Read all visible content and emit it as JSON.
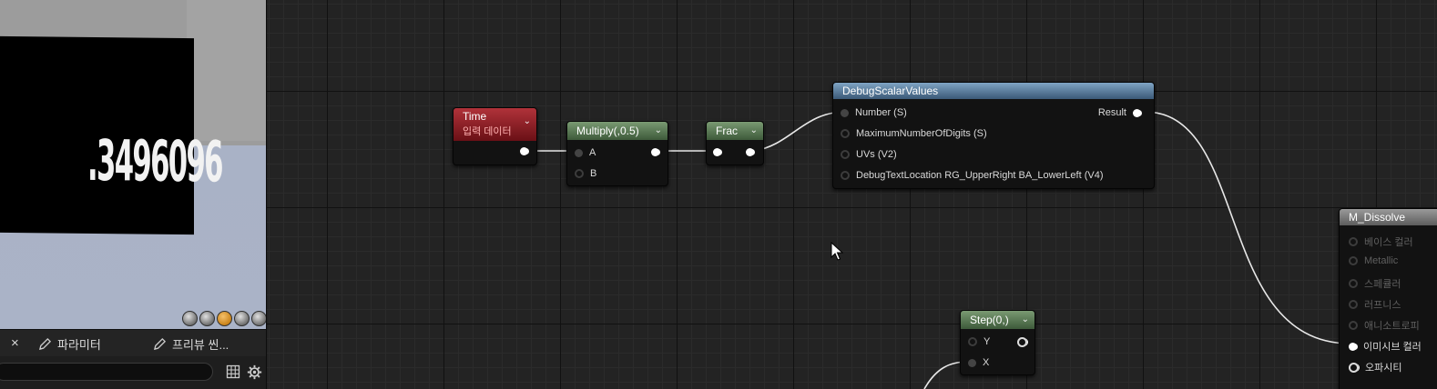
{
  "viewport": {
    "debug_value": ".3496096"
  },
  "left_panel": {
    "close_label": "×",
    "tabs": [
      {
        "label": "파라미터",
        "icon": "pencil-icon"
      },
      {
        "label": "프리뷰 씬...",
        "icon": "pencil-icon"
      }
    ],
    "search": {
      "value": "",
      "placeholder": ""
    }
  },
  "graph": {
    "nodes": {
      "time": {
        "title": "Time",
        "subtitle": "입력 데이터"
      },
      "multiply": {
        "title": "Multiply(,0.5)",
        "inputs": [
          "A",
          "B"
        ]
      },
      "frac": {
        "title": "Frac"
      },
      "debug": {
        "title": "DebugScalarValues",
        "inputs": [
          "Number (S)",
          "MaximumNumberOfDigits (S)",
          "UVs (V2)",
          "DebugTextLocation RG_UpperRight BA_LowerLeft (V4)"
        ],
        "output": "Result"
      },
      "step": {
        "title": "Step(0,)",
        "inputs": [
          "Y",
          "X"
        ]
      },
      "material": {
        "title": "M_Dissolve",
        "inputs": [
          "베이스 컬러",
          "Metallic",
          "스페큘러",
          "러프니스",
          "애니소트로피",
          "이미시브 컬러",
          "오파시티"
        ]
      }
    }
  },
  "colors": {
    "time_header": "#9a2028",
    "math_header": "#5a7a55",
    "debug_header": "#5d82a5",
    "graph_bg": "#232323"
  }
}
